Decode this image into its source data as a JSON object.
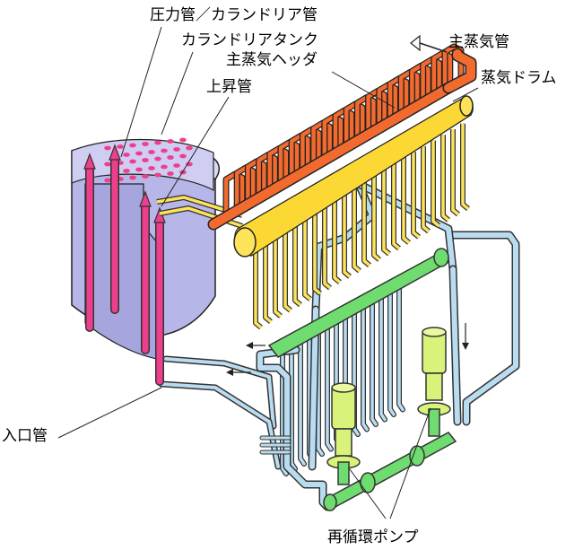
{
  "labels": {
    "pressure_tube": "圧力管／カランドリア管",
    "calandria_tank": "カランドリアタンク",
    "main_steam_header": "主蒸気ヘッダ",
    "riser": "上昇管",
    "main_steam_pipe": "主蒸気管",
    "steam_drum": "蒸気ドラム",
    "inlet_pipe": "入口管",
    "recirc_pump": "再循環ポンプ"
  },
  "colors": {
    "calandria": "#b7b6e8",
    "pressure_tube": "#ee3f8c",
    "steam_pipe": "#f36a2f",
    "steam_drum": "#fde35a",
    "downcomer": "#b9dcf0",
    "header": "#6fdc6f",
    "pump": "#d8f27a"
  }
}
